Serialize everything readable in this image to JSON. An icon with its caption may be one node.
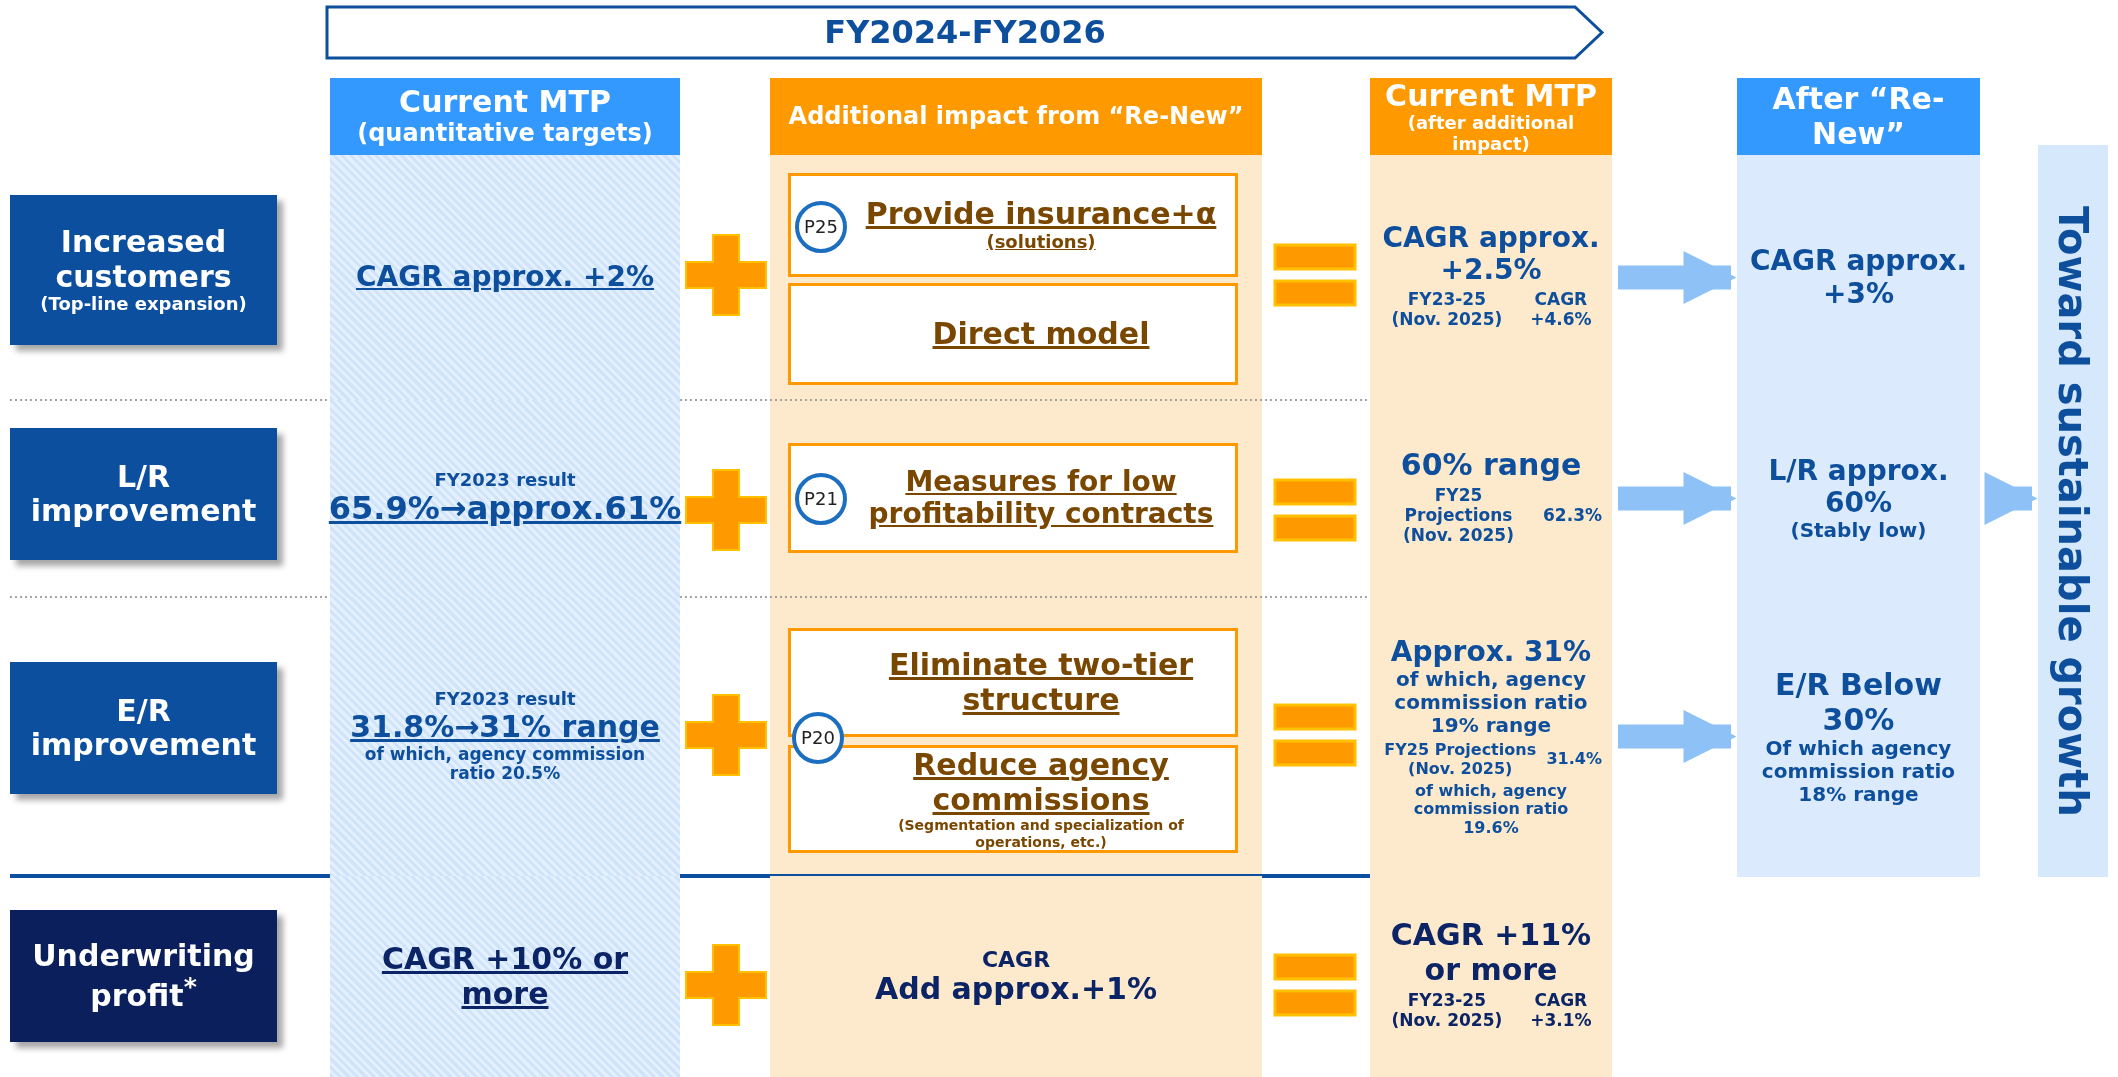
{
  "diagram": {
    "nodes": [
      {
        "text": [
          "FY2024-FY2026"
        ]
      },
      {
        "text": [
          "Current MTP",
          "(quantitative targets)"
        ]
      },
      {
        "text": [
          "Additional impact from “Re-New”"
        ]
      },
      {
        "text": [
          "Current MTP",
          "(after additional impact)"
        ]
      },
      {
        "text": [
          "After “Re-New”"
        ]
      },
      {
        "text": [
          "Toward sustainable growth"
        ]
      },
      {
        "text": [
          "Increased customers",
          "(Top-line expansion)"
        ]
      },
      {
        "text": [
          "L/R improvement"
        ]
      },
      {
        "text": [
          "E/R improvement"
        ]
      },
      {
        "text": [
          "Underwriting profit$^{*}$"
        ]
      },
      {
        "text": [
          "CAGR approx. +2%"
        ]
      },
      {
        "text": [
          "FY2023 result",
          "65.9%→approx.61%"
        ]
      },
      {
        "text": [
          "FY2023 result",
          "31.8%→31% range",
          "of which, agency commission ratio 20.5%"
        ]
      },
      {
        "text": [
          "CAGR +10% or more"
        ]
      },
      {
        "text": [
          "Provide insurance+α",
          "(solutions)"
        ]
      },
      {
        "text": [
          "P25"
        ],
        "in": 14
      },
      {
        "text": [
          "Direct model"
        ]
      },
      {
        "text": [
          "Measures for low profitability contracts"
        ]
      },
      {
        "text": [
          "P21"
        ],
        "in": 17
      },
      {
        "text": [
          "Eliminate two-tier structure"
        ]
      },
      {
        "text": [
          "P20"
        ]
      },
      {
        "text": [
          "Reduce agency commissions",
          "(Segmentation and specialization of operations, etc.)"
        ]
      },
      {
        "text": [
          "CAGR",
          "Add approx.+1%"
        ]
      },
      {
        "text": [
          "CAGR approx. +2.5%",
          "FY23-25 (Nov. 2025)",
          "CAGR +4.6%"
        ]
      },
      {
        "text": [
          "60% range",
          "FY25 Projections (Nov. 2025)",
          "62.3%"
        ]
      },
      {
        "text": [
          "Approx. 31%",
          "of which, agency commission ratio 19% range",
          "FY25 Projections (Nov. 2025)",
          "31.4%",
          "of which, agency commission ratio",
          "19.6%"
        ]
      },
      {
        "text": [
          "CAGR +11% or more",
          "FY23-25 (Nov. 2025)",
          "CAGR +3.1%"
        ]
      },
      {
        "text": [
          "CAGR approx. +3%"
        ]
      },
      {
        "text": [
          "L/R approx. 60%",
          "(Stably low)"
        ]
      },
      {
        "text": [
          "E/R Below 30%",
          "Of which agency commission ratio 18% range"
        ]
      }
    ],
    "edges": [
      {
        "from": 23,
        "to": 27,
        "arrow": "to"
      },
      {
        "from": 24,
        "to": 28,
        "arrow": "to"
      },
      {
        "from": 25,
        "to": 29,
        "arrow": "to"
      },
      {
        "from": 28,
        "to": 5,
        "arrow": "to"
      }
    ]
  }
}
